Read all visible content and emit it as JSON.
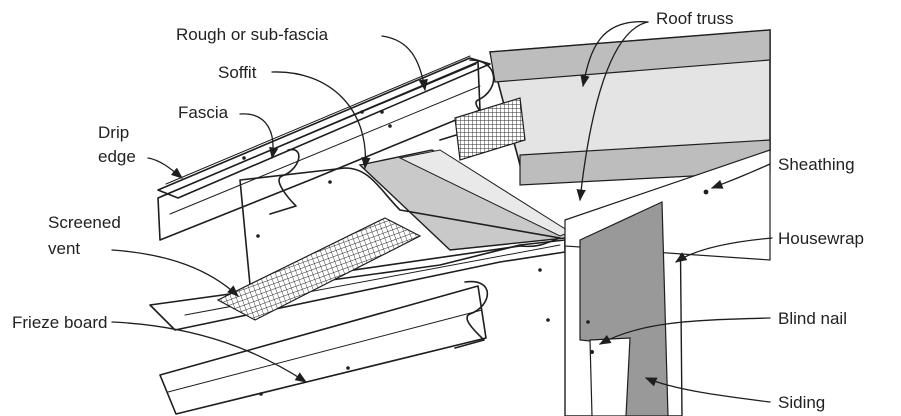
{
  "diagram": {
    "labels": {
      "roof_truss": "Roof truss",
      "rough_fascia": "Rough or sub-fascia",
      "soffit": "Soffit",
      "fascia": "Fascia",
      "drip_edge_line1": "Drip",
      "drip_edge_line2": "edge",
      "screened_vent_line1": "Screened",
      "screened_vent_line2": "vent",
      "frieze_board": "Frieze board",
      "sheathing": "Sheathing",
      "housewrap": "Housewrap",
      "blind_nail": "Blind nail",
      "siding": "Siding"
    },
    "colors": {
      "ink": "#1e1e1e",
      "light_gray": "#e4e4e4",
      "mid_gray": "#bdbdbd",
      "dark_gray": "#999999",
      "paper": "#ffffff"
    }
  }
}
